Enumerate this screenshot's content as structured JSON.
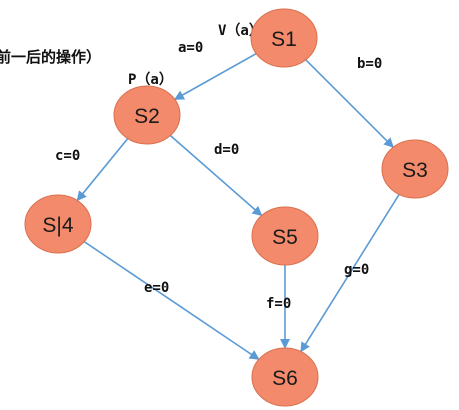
{
  "colors": {
    "node_fill": "#f28a6b",
    "node_stroke": "#d9704e",
    "edge": "#5b9bd5",
    "text": "#111111"
  },
  "annotations": {
    "header_fragment": "前一后的操作）",
    "v_operation": "V（a）",
    "p_operation": "P（a）"
  },
  "nodes": [
    {
      "id": "S1",
      "label": "S1"
    },
    {
      "id": "S2",
      "label": "S2"
    },
    {
      "id": "S3",
      "label": "S3"
    },
    {
      "id": "S4",
      "label": "S|4"
    },
    {
      "id": "S5",
      "label": "S5"
    },
    {
      "id": "S6",
      "label": "S6"
    }
  ],
  "edges": [
    {
      "from": "S1",
      "to": "S2",
      "label": "a=0"
    },
    {
      "from": "S1",
      "to": "S3",
      "label": "b=0"
    },
    {
      "from": "S2",
      "to": "S4",
      "label": "c=0"
    },
    {
      "from": "S2",
      "to": "S5",
      "label": "d=0"
    },
    {
      "from": "S4",
      "to": "S6",
      "label": "e=0"
    },
    {
      "from": "S5",
      "to": "S6",
      "label": "f=0"
    },
    {
      "from": "S3",
      "to": "S6",
      "label": "g=0"
    }
  ]
}
